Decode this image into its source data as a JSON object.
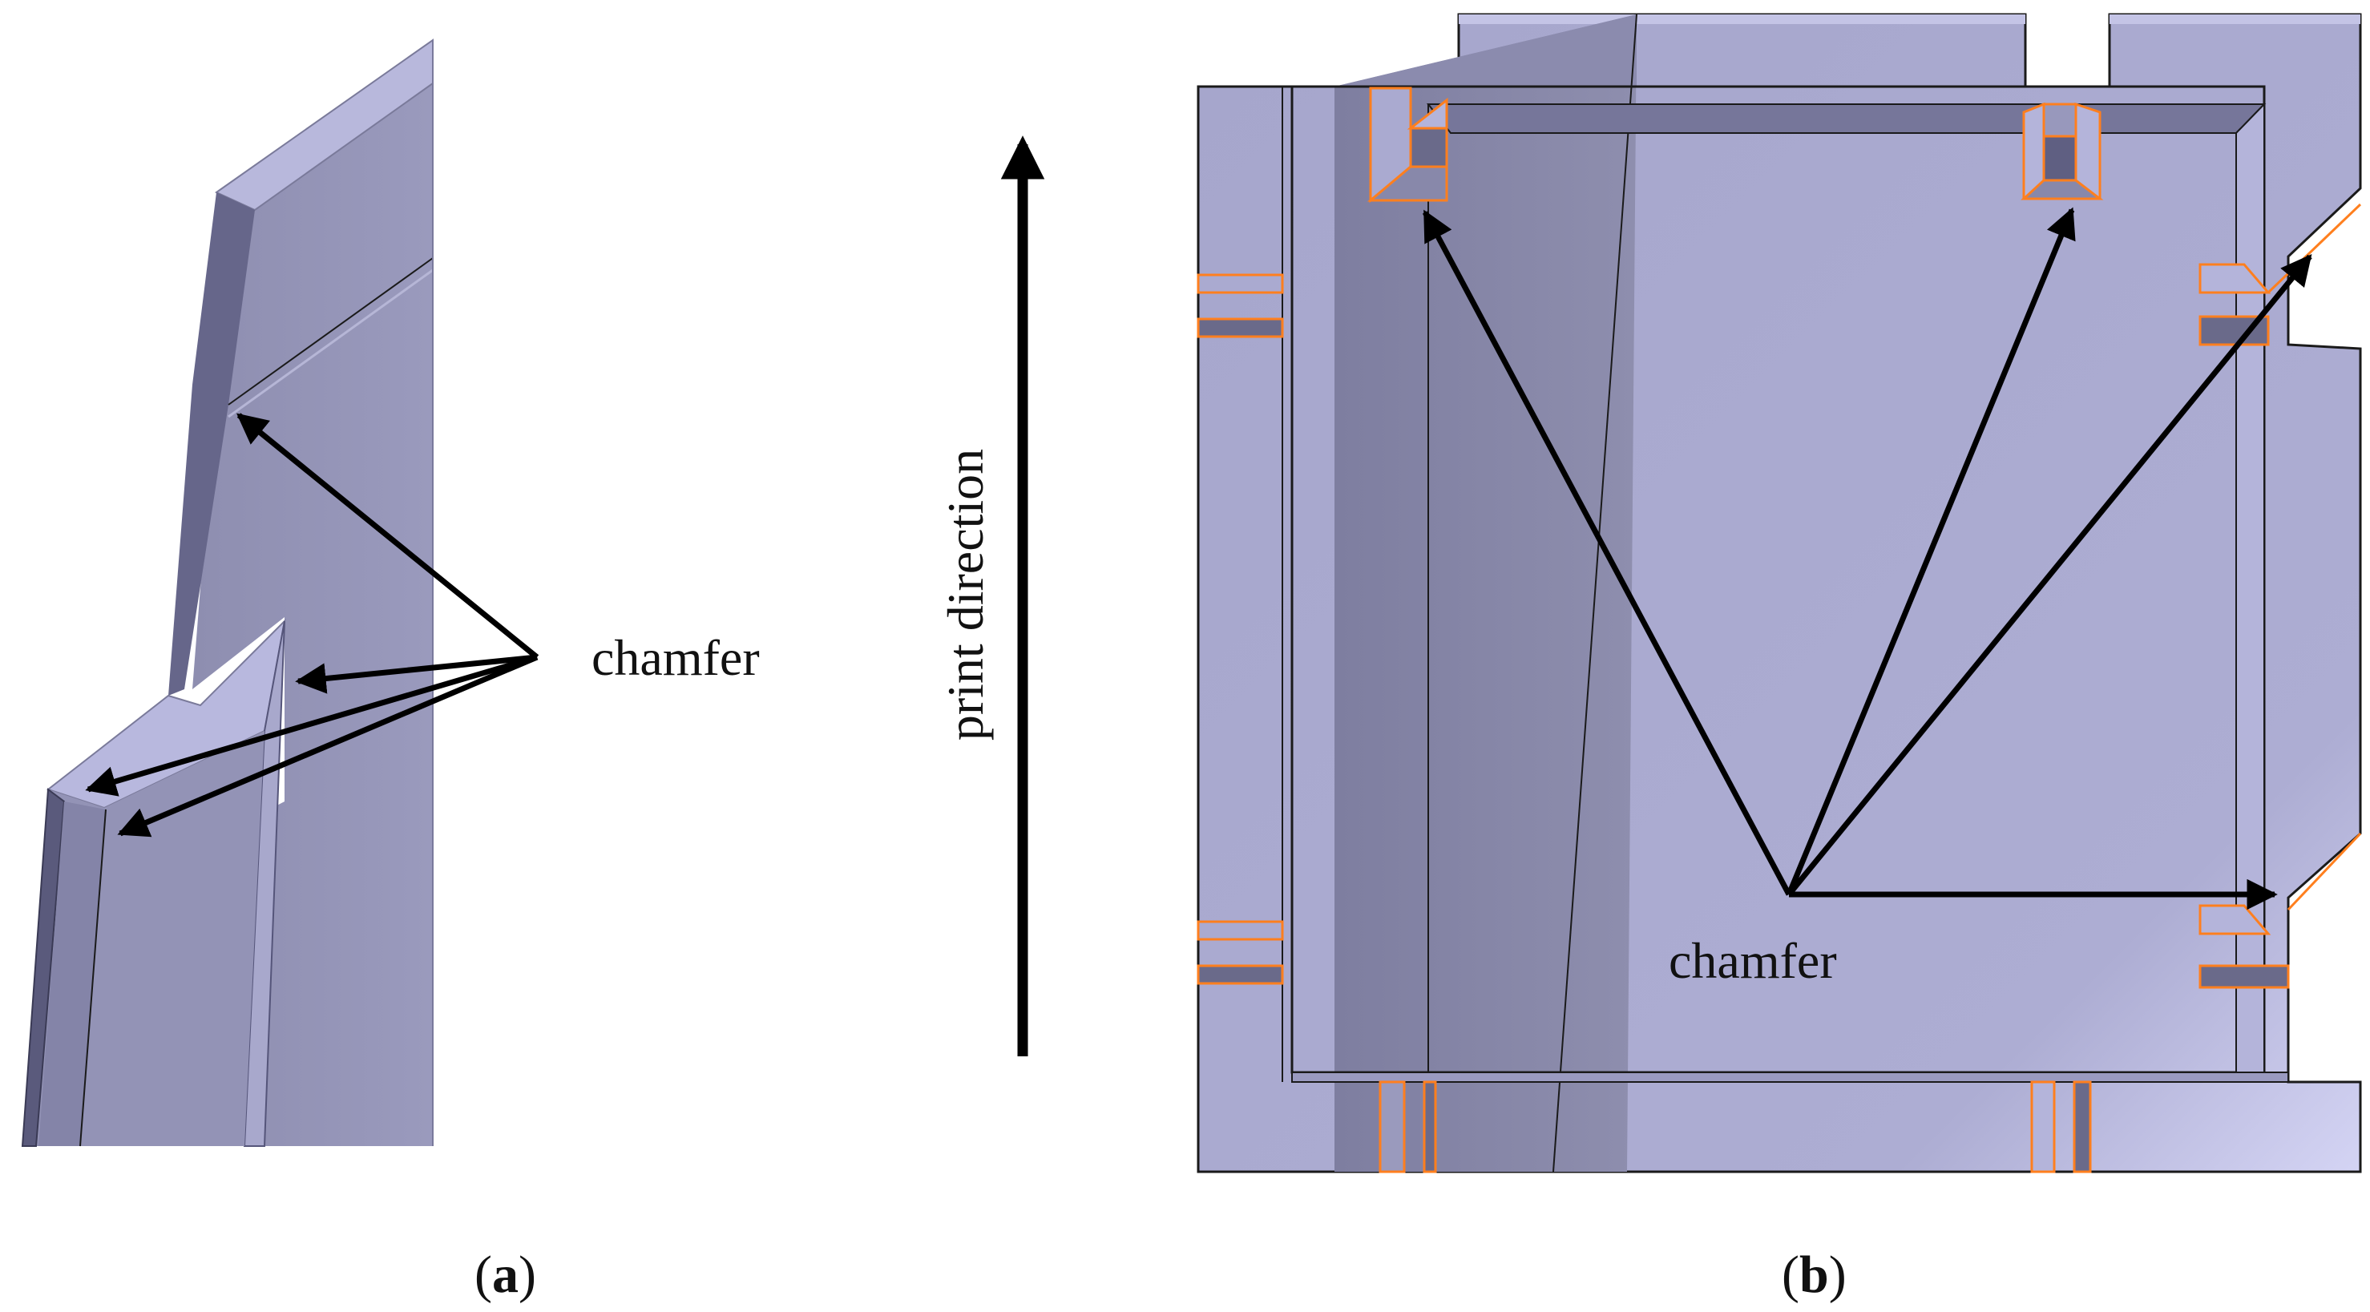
{
  "panel_a": {
    "callout": "chamfer",
    "caption_open": "(",
    "caption_letter": "a",
    "caption_close": ")"
  },
  "print_direction": {
    "label": "print direction"
  },
  "panel_b": {
    "callout": "chamfer",
    "caption_open": "(",
    "caption_letter": "b",
    "caption_close": ")"
  },
  "colors": {
    "face_light": "#aaaad0",
    "face_mid": "#9494b8",
    "face_dark": "#6d6d8c",
    "face_top": "#c0c0e4",
    "highlight": "#ff7f1e",
    "arrow": "#000000"
  }
}
